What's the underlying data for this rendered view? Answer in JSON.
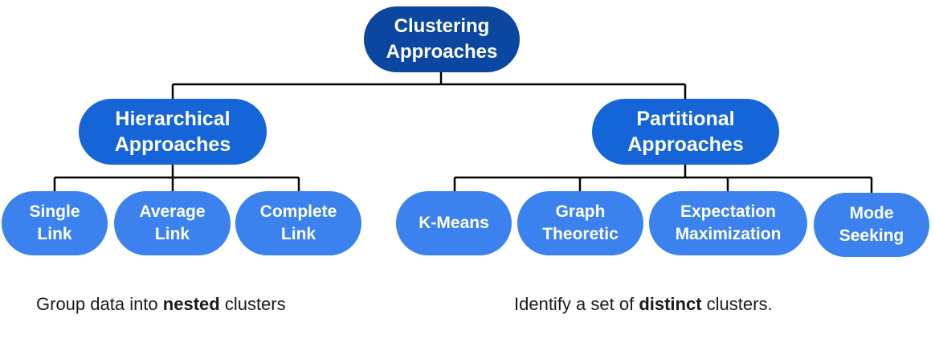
{
  "root": {
    "label": "Clustering\nApproaches"
  },
  "branches": {
    "hierarchical": {
      "label": "Hierarchical\nApproaches",
      "children": [
        "Single\nLink",
        "Average\nLink",
        "Complete\nLink"
      ]
    },
    "partitional": {
      "label": "Partitional\nApproaches",
      "children": [
        "K-Means",
        "Graph\nTheoretic",
        "Expectation\nMaximization",
        "Mode\nSeeking"
      ]
    }
  },
  "captions": {
    "left": {
      "before": "Group data into ",
      "bold": "nested",
      "after": " clusters"
    },
    "right": {
      "before": "Identify a set of ",
      "bold": "distinct",
      "after": " clusters."
    }
  },
  "colors": {
    "root": "#0b47a1",
    "branch": "#1565d8",
    "leaf": "#3b82ef",
    "connector": "#000000"
  }
}
